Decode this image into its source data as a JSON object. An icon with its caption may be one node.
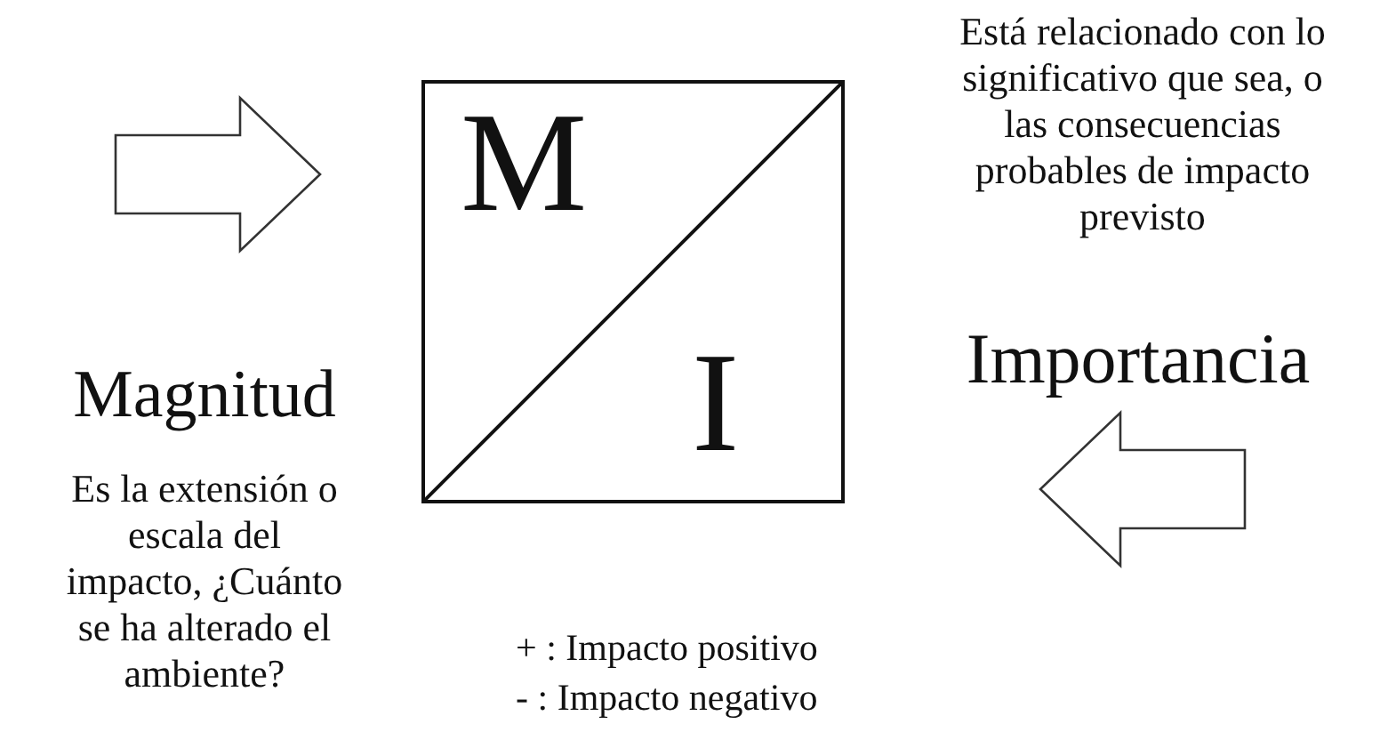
{
  "diagram": {
    "nodes": [
      {
        "text": [
          "M",
          "I"
        ]
      }
    ],
    "labels": [
      "Está relacionado con lo significativo que sea, o las consecuencias probables de impacto previsto",
      "Importancia",
      "Magnitud",
      "Es la extensión o escala del impacto, ¿Cuánto se ha alterado el ambiente?",
      "+ : Impacto positivo",
      "- : Impacto negativo"
    ]
  }
}
